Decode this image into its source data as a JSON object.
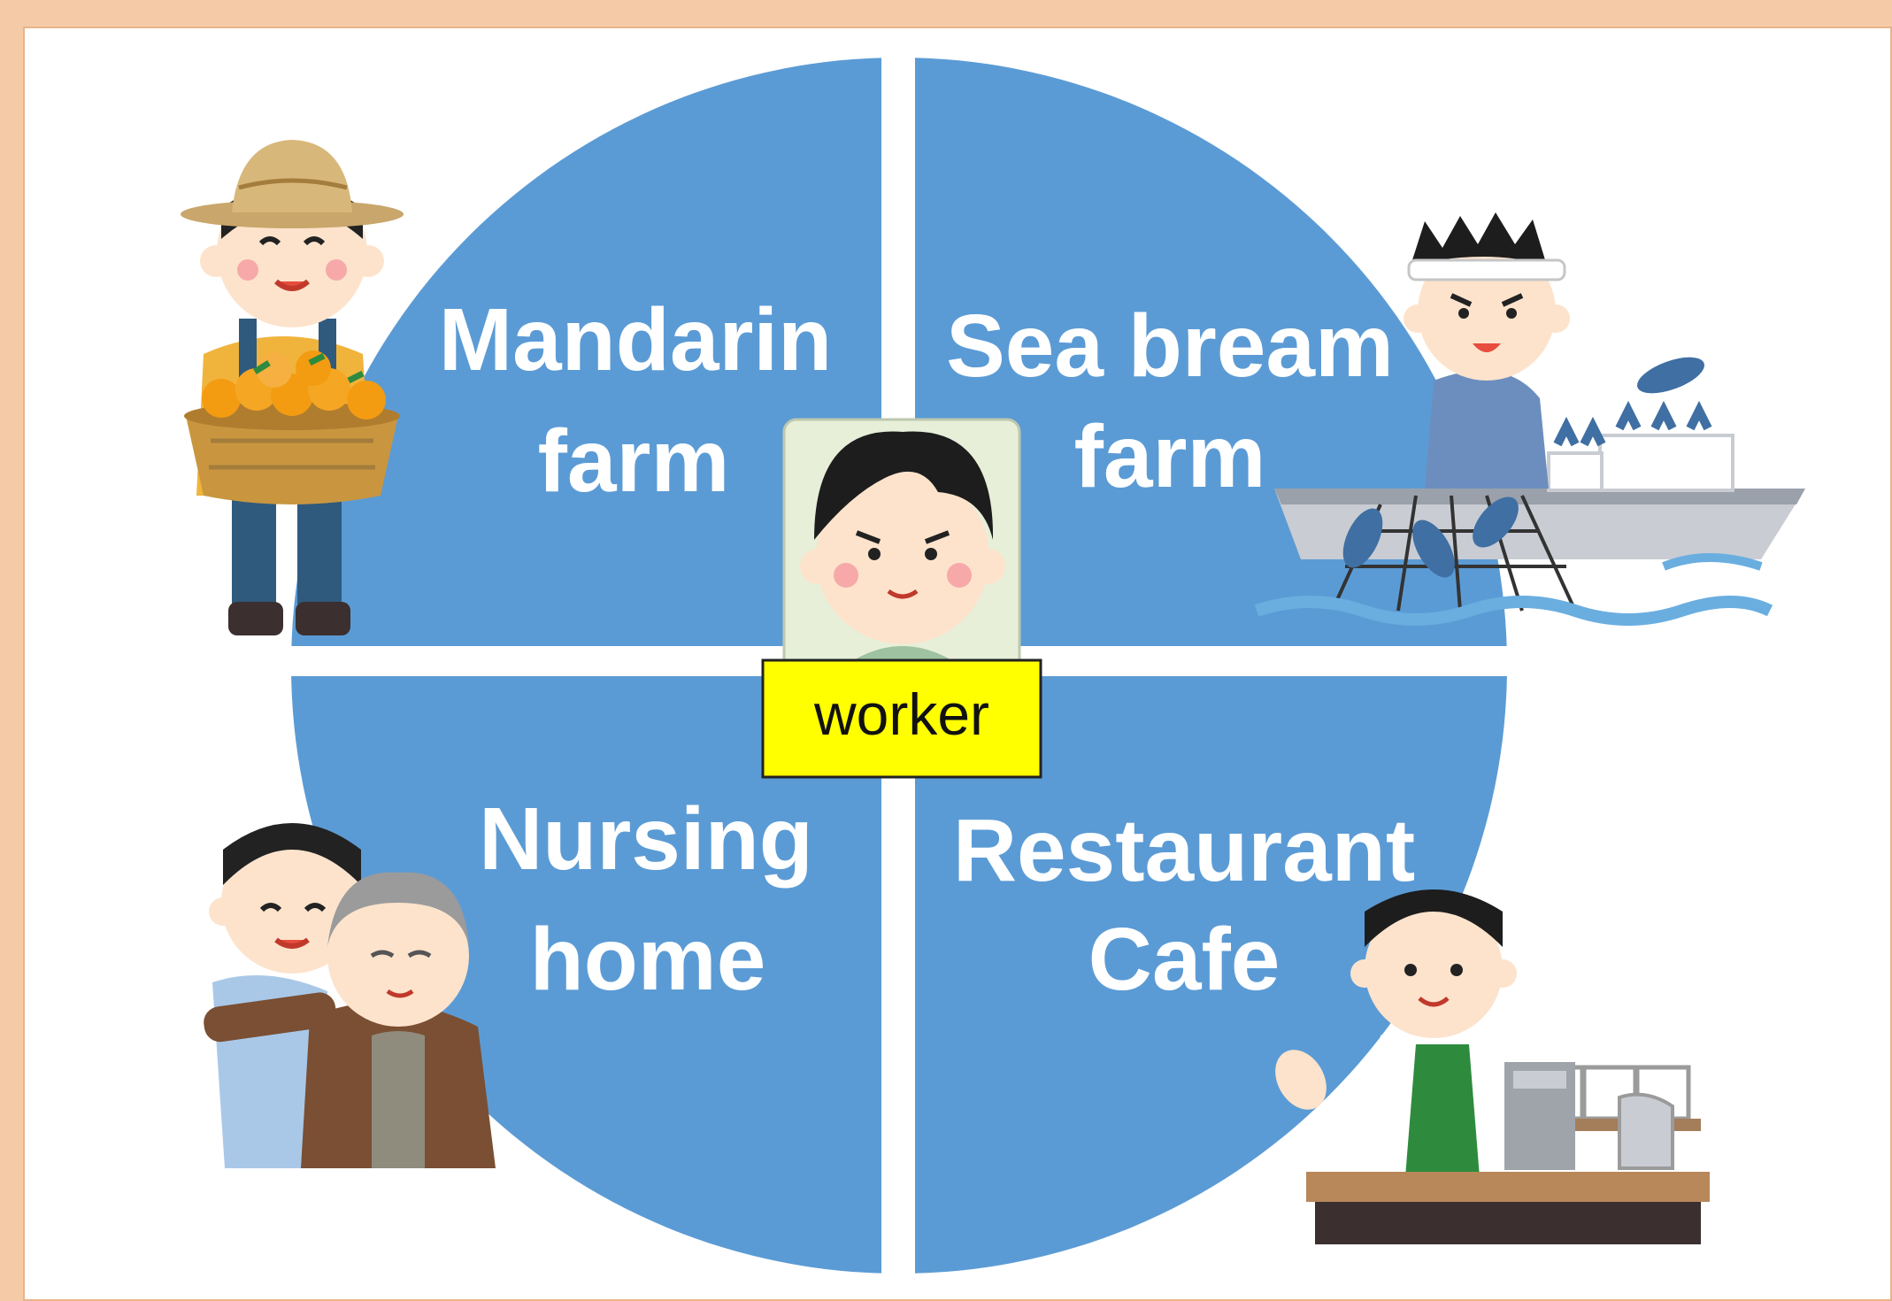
{
  "diagram": {
    "quadrants": [
      {
        "id": "top-left",
        "line1": "Mandarin",
        "line2": "farm"
      },
      {
        "id": "top-right",
        "line1": "Sea bream",
        "line2": "farm"
      },
      {
        "id": "bottom-left",
        "line1": "Nursing",
        "line2": "home"
      },
      {
        "id": "bottom-right",
        "line1": "Restaurant",
        "line2": "Cafe"
      }
    ],
    "center_label": "worker",
    "illustrations": [
      "mandarin-farmer-illustration",
      "fisherman-boat-illustration",
      "caregiver-elder-illustration",
      "barista-illustration",
      "worker-portrait-illustration"
    ],
    "colors": {
      "quadrant": "#5b9bd5",
      "label_box": "#ffff00",
      "frame": "#f5cba7",
      "text": "#ffffff"
    }
  }
}
